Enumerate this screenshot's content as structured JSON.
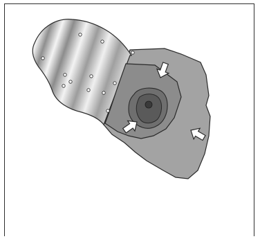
{
  "figure": {
    "subject": "ostomy-appliance-application-diagram",
    "colors": {
      "frame": "#2e2e2e",
      "appliance_flange": "#8c8c8c",
      "skin_barrier": "#a3a3a3",
      "inner_seal": "#6f6f6f",
      "stoma": "#5a5a5a",
      "stoma_center": "#3a3a3a",
      "bag_light": "#f0f0f0",
      "bag_dark": "#8a8a8a",
      "arrow_fill": "#ffffff",
      "outline": "#2a2a2a"
    },
    "arrow_count": 3,
    "bag_vent_dots": 12
  }
}
